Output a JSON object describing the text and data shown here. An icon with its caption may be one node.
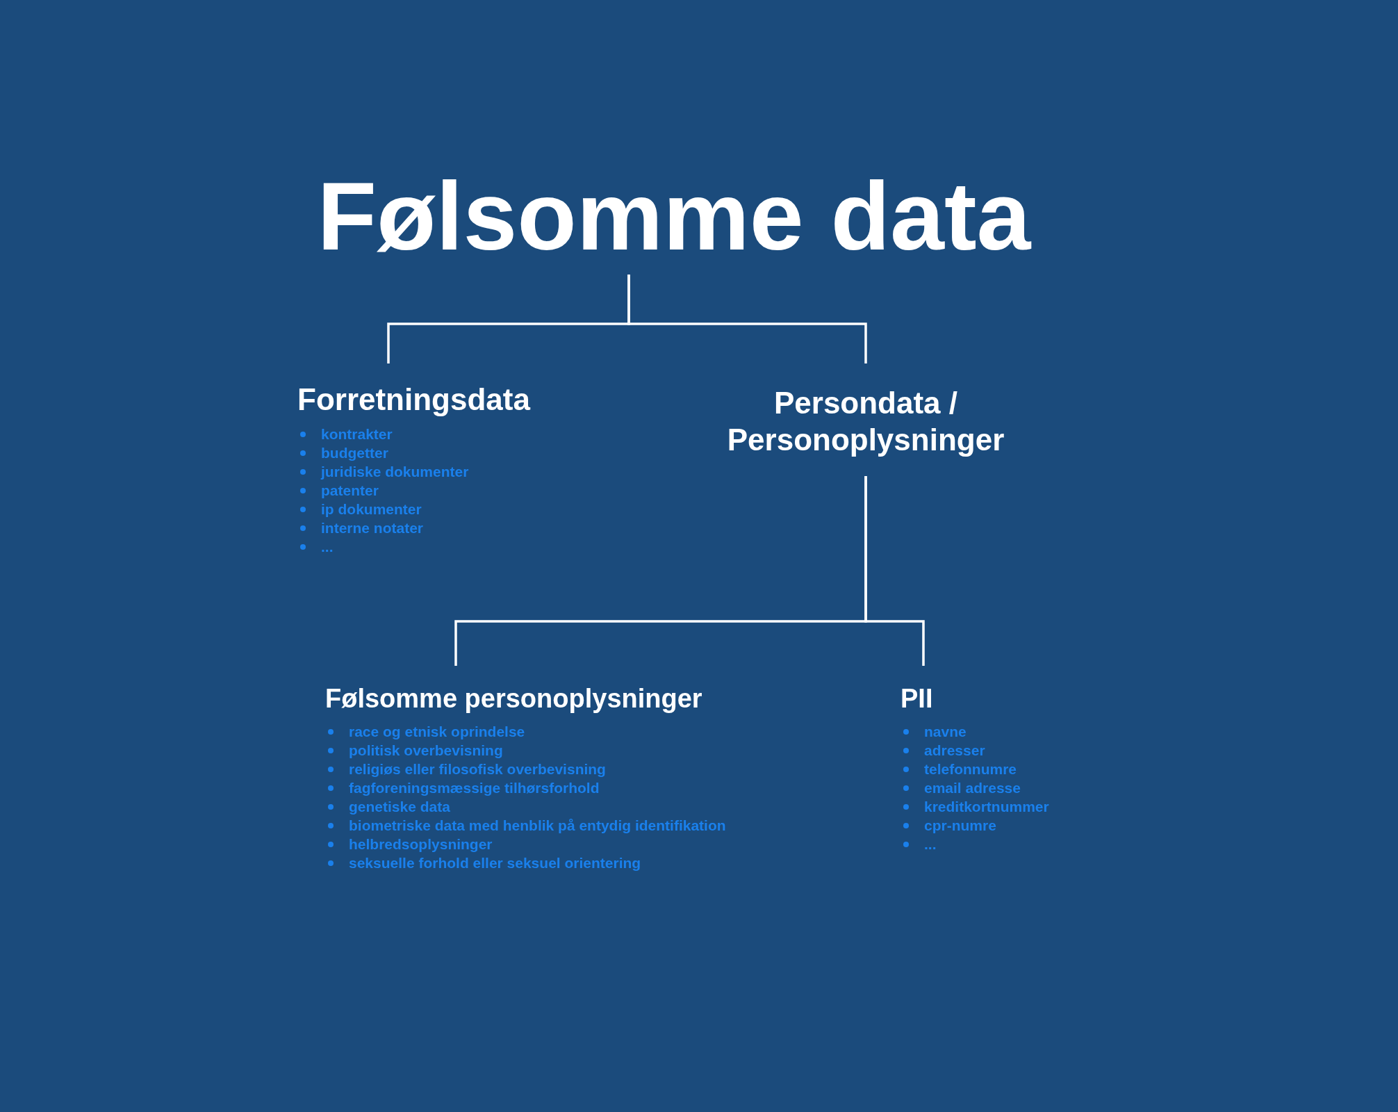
{
  "diagram": {
    "nodes": [
      {
        "text": [
          "Følsomme data"
        ]
      },
      {
        "text": [
          "Forretningsdata",
          "kontrakter",
          "budgetter",
          "juridiske dokumenter",
          "patenter",
          "ip dokumenter",
          "interne notater",
          "..."
        ]
      },
      {
        "text": [
          "Persondata / Personoplysninger"
        ]
      },
      {
        "text": [
          "Følsomme personoplysninger",
          "race og etnisk oprindelse",
          "politisk overbevisning",
          "religiøs eller filosofisk overbevisning",
          "fagforeningsmæssige tilhørsforhold",
          "genetiske data",
          "biometriske data med henblik på entydig identifikation",
          "helbredsoplysninger",
          "seksuelle forhold eller seksuel orientering"
        ]
      },
      {
        "text": [
          "PII",
          "navne",
          "adresser",
          "telefonnumre",
          "email adresse",
          "kreditkortnummer",
          "cpr-numre",
          "..."
        ]
      }
    ],
    "edges": [
      {
        "from": 0,
        "to": 1,
        "arrow": "none"
      },
      {
        "from": 0,
        "to": 2,
        "arrow": "none"
      },
      {
        "from": 2,
        "to": 3,
        "arrow": "none"
      },
      {
        "from": 2,
        "to": 4,
        "arrow": "none"
      }
    ]
  }
}
